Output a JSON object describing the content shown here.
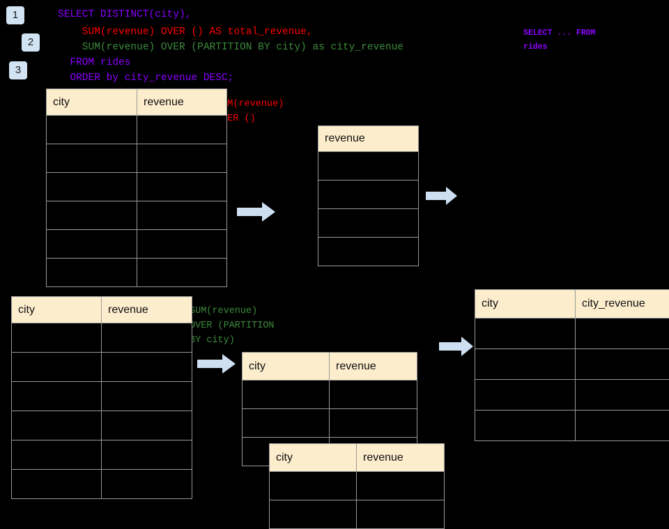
{
  "background": "#000000",
  "palette": {
    "badge_bg": "#d2e3f3",
    "header_bg": "#FCEDCD",
    "border": "#9a9a9a",
    "purple": "#8B00FF",
    "red": "#FF0000",
    "green": "#3C8C3C",
    "arrow": "#cfdff2"
  },
  "badges": [
    {
      "label": "1"
    },
    {
      "label": "2"
    },
    {
      "label": "3"
    }
  ],
  "sql": {
    "line1": "SELECT DISTINCT(city),",
    "line2": "    SUM(revenue) OVER () AS total_revenue,",
    "line3": "    SUM(revenue) OVER (PARTITION BY city) as city_revenue",
    "line4": "  FROM rides",
    "line5": "  ORDER by city_revenue DESC;"
  },
  "side_note": {
    "line1": "SELECT ... FROM",
    "line2": "rides"
  },
  "annotations": {
    "total_revenue": "SUM(revenue)\nOVER ()",
    "city_revenue": "SUM(revenue)\nOVER (PARTITION\nBY city)"
  },
  "tables": {
    "source_top": {
      "name": "rides-source-top",
      "headers": [
        "city",
        "revenue"
      ],
      "body_rows": 6
    },
    "total_revenue": {
      "name": "total-revenue-result",
      "headers": [
        "revenue"
      ],
      "body_rows": 4
    },
    "source_bottom": {
      "name": "rides-source-bottom",
      "headers": [
        "city",
        "revenue"
      ],
      "body_rows": 6
    },
    "partition_back": {
      "name": "partition-group-back",
      "headers": [
        "city",
        "revenue"
      ],
      "body_rows": 3
    },
    "partition_front": {
      "name": "partition-group-front",
      "headers": [
        "city",
        "revenue"
      ],
      "body_rows": 2
    },
    "final_result": {
      "name": "final-result",
      "headers": [
        "city",
        "city_revenue"
      ],
      "body_rows": 4
    }
  },
  "arrows": [
    {
      "name": "arrow-source-to-total"
    },
    {
      "name": "arrow-total-to-final"
    },
    {
      "name": "arrow-source-to-partition"
    },
    {
      "name": "arrow-partition-to-final"
    }
  ]
}
